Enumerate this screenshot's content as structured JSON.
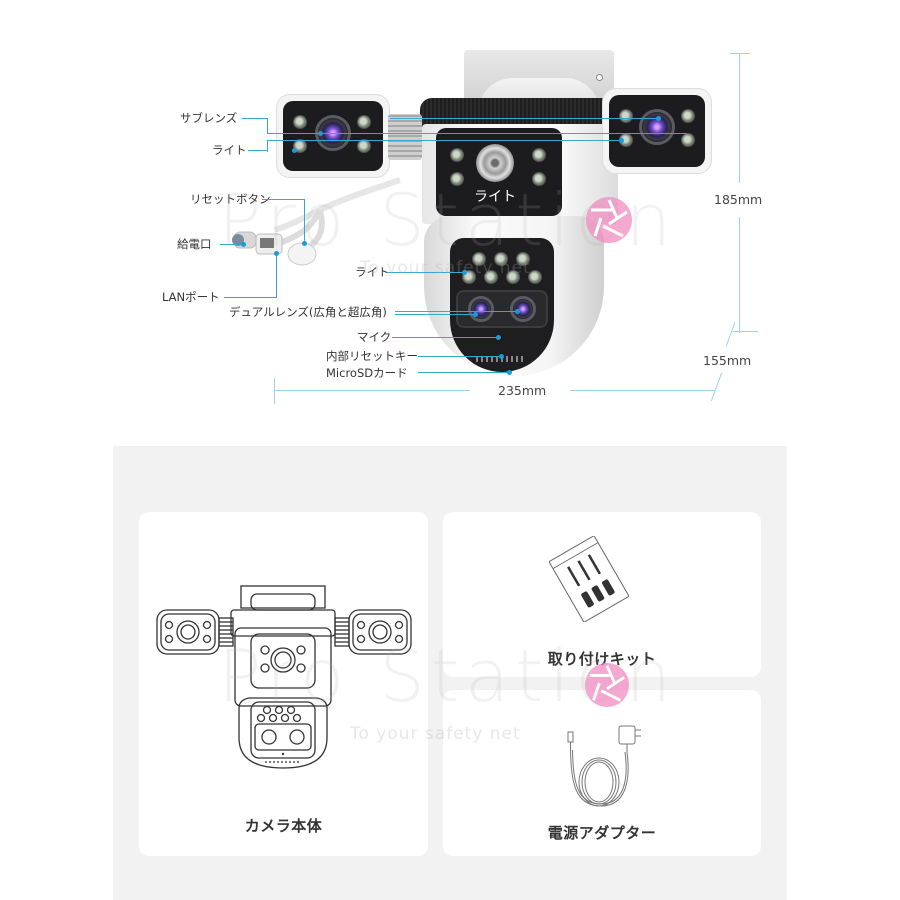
{
  "diagram": {
    "callouts_left": [
      {
        "id": "sub-lens",
        "label": "サブレンズ"
      },
      {
        "id": "light-side",
        "label": "ライト"
      },
      {
        "id": "reset-button",
        "label": "リセットボタン"
      },
      {
        "id": "power-port",
        "label": "給電口"
      },
      {
        "id": "lan-port",
        "label": "LANポート"
      },
      {
        "id": "light-lower",
        "label": "ライト"
      },
      {
        "id": "dual-lens",
        "label": "デュアルレンズ(広角と超広角)"
      },
      {
        "id": "mic",
        "label": "マイク"
      },
      {
        "id": "internal-reset",
        "label": "内部リセットキー"
      },
      {
        "id": "microsd",
        "label": "MicroSDカード"
      }
    ],
    "center_label": "ライト",
    "dimensions": {
      "height": "185mm",
      "depth": "155mm",
      "width": "235mm"
    },
    "accent_color": "#35a7d6"
  },
  "watermark": {
    "brand": "Pro Station",
    "tagline": "To your safety net",
    "logo_color": "#f08cc0"
  },
  "package_contents": {
    "items": [
      {
        "id": "camera-body",
        "label": "カメラ本体",
        "icon": "camera-line-art-icon"
      },
      {
        "id": "mounting-kit",
        "label": "取り付けキット",
        "icon": "screw-bag-icon"
      },
      {
        "id": "power-adapter",
        "label": "電源アダプター",
        "icon": "power-adapter-icon"
      }
    ],
    "background_color": "#f2f2f2",
    "card_color": "#ffffff"
  }
}
